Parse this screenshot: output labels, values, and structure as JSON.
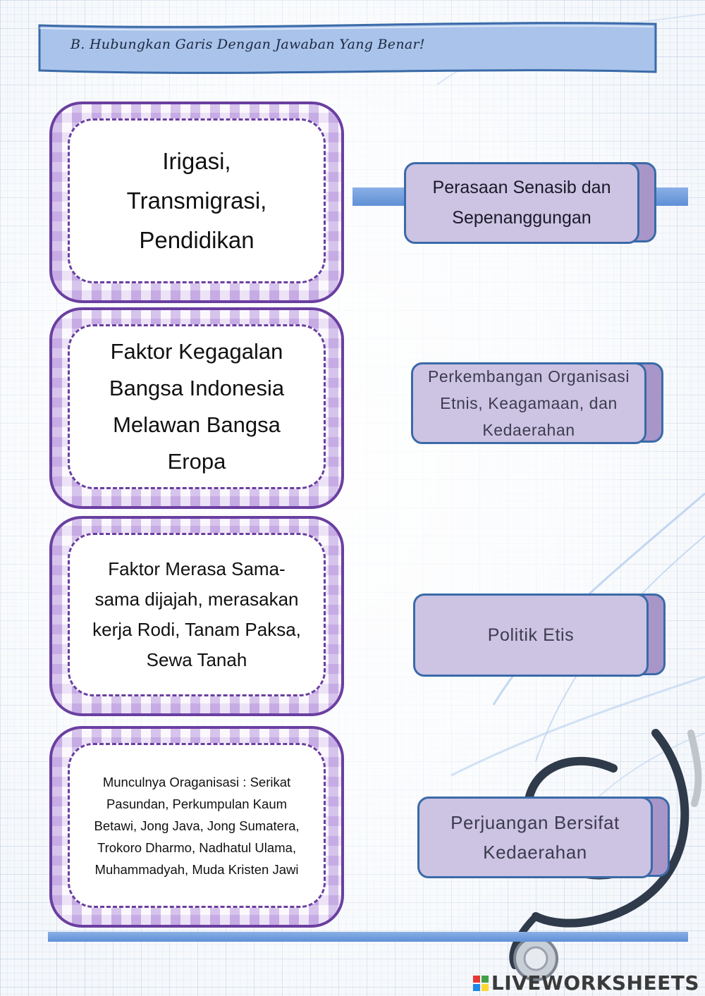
{
  "header": {
    "instruction": "B. Hubungkan Garis Dengan Jawaban Yang Benar!"
  },
  "left_items": [
    {
      "lines": [
        "Irigasi,",
        "Transmigrasi,",
        "Pendidikan"
      ]
    },
    {
      "lines": [
        "Faktor Kegagalan",
        "Bangsa Indonesia",
        "Melawan Bangsa",
        "Eropa"
      ]
    },
    {
      "lines": [
        "Faktor Merasa Sama-",
        "sama dijajah, merasakan",
        "kerja Rodi, Tanam Paksa,",
        "Sewa Tanah"
      ]
    },
    {
      "lines": [
        "Munculnya Oraganisasi : Serikat",
        "Pasundan, Perkumpulan Kaum",
        "Betawi, Jong Java, Jong Sumatera,",
        "Trokoro Dharmo, Nadhatul Ulama,",
        "Muhammadyah, Muda Kristen Jawi"
      ]
    }
  ],
  "right_items": [
    {
      "lines": [
        "Perasaan Senasib dan",
        "Sepenanggungan"
      ]
    },
    {
      "lines": [
        "Perkembangan Organisasi",
        "Etnis, Keagamaan, dan",
        "Kedaerahan"
      ]
    },
    {
      "lines": [
        "Politik Etis"
      ]
    },
    {
      "lines": [
        "Perjuangan Bersifat",
        "Kedaerahan"
      ]
    }
  ],
  "watermark": {
    "text": "LIVEWORKSHEETS",
    "logo_colors": [
      "#e53935",
      "#43a047",
      "#1e88e5",
      "#fdd835"
    ]
  },
  "colors": {
    "card_border": "#6a3fa0",
    "answer_fill": "#cdc3e3",
    "answer_border": "#3a6aa8",
    "banner_fill": "#a9c3ea",
    "stripe": "#6f9bdc"
  }
}
